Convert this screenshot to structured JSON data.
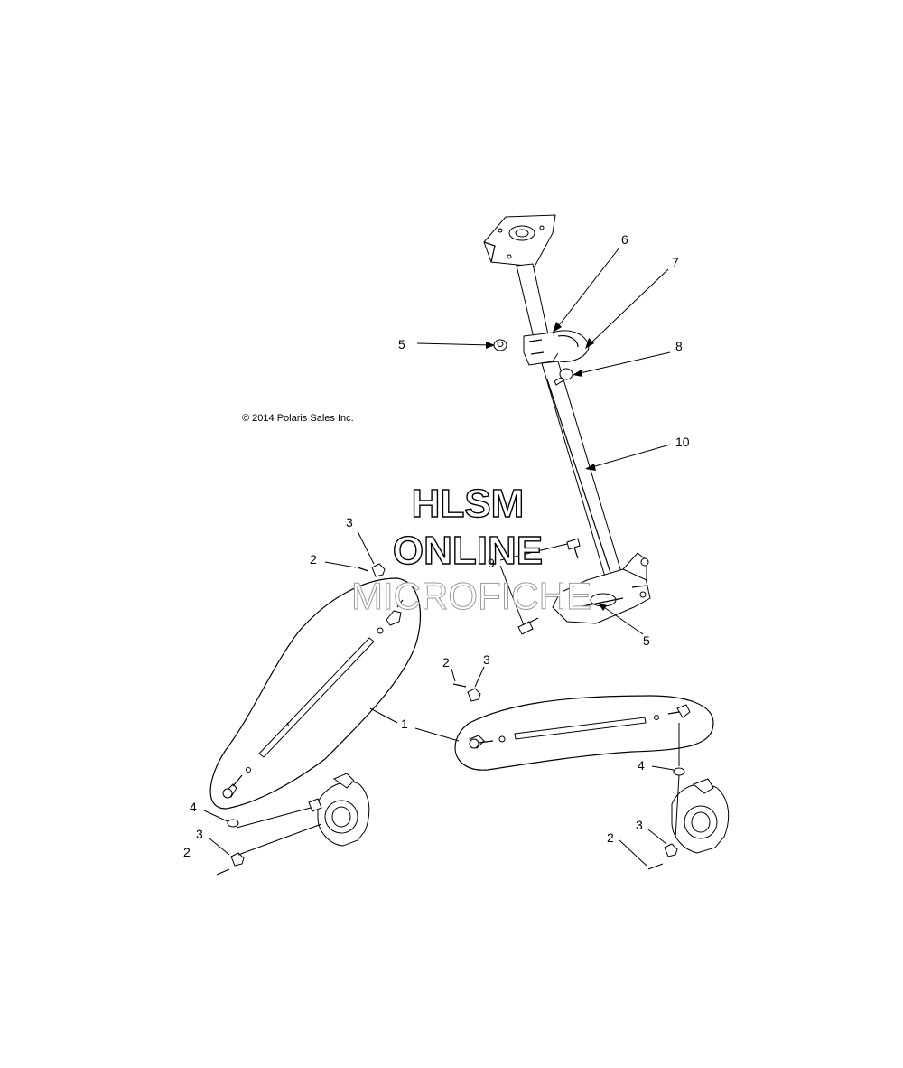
{
  "copyright": "© 2014 Polaris Sales Inc.",
  "watermark": {
    "line1": "HLSM",
    "line2": "ONLINE",
    "line3": "MICROFICHE"
  },
  "callouts": {
    "c1": "1",
    "c2a": "2",
    "c2b": "2",
    "c2c": "2",
    "c2d": "2",
    "c3a": "3",
    "c3b": "3",
    "c3c": "3",
    "c3d": "3",
    "c4a": "4",
    "c4b": "4",
    "c5a": "5",
    "c5b": "5",
    "c6": "6",
    "c7": "7",
    "c8": "8",
    "c9": "9",
    "c10": "10"
  },
  "colors": {
    "line": "#000000",
    "background": "#ffffff",
    "watermark_faint": "#9a9a9a"
  }
}
